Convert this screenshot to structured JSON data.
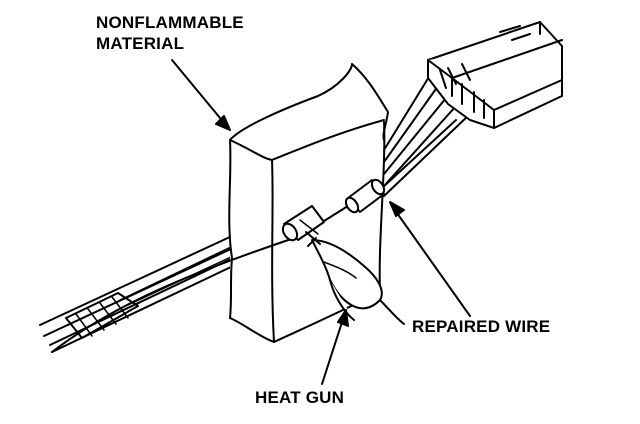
{
  "labels": {
    "nonflammable_material": [
      "NONFLAMMABLE",
      "MATERIAL"
    ],
    "repaired_wire": "REPAIRED WIRE",
    "heat_gun": "HEAT GUN"
  },
  "colors": {
    "ink": "#000000",
    "paper": "#ffffff"
  }
}
